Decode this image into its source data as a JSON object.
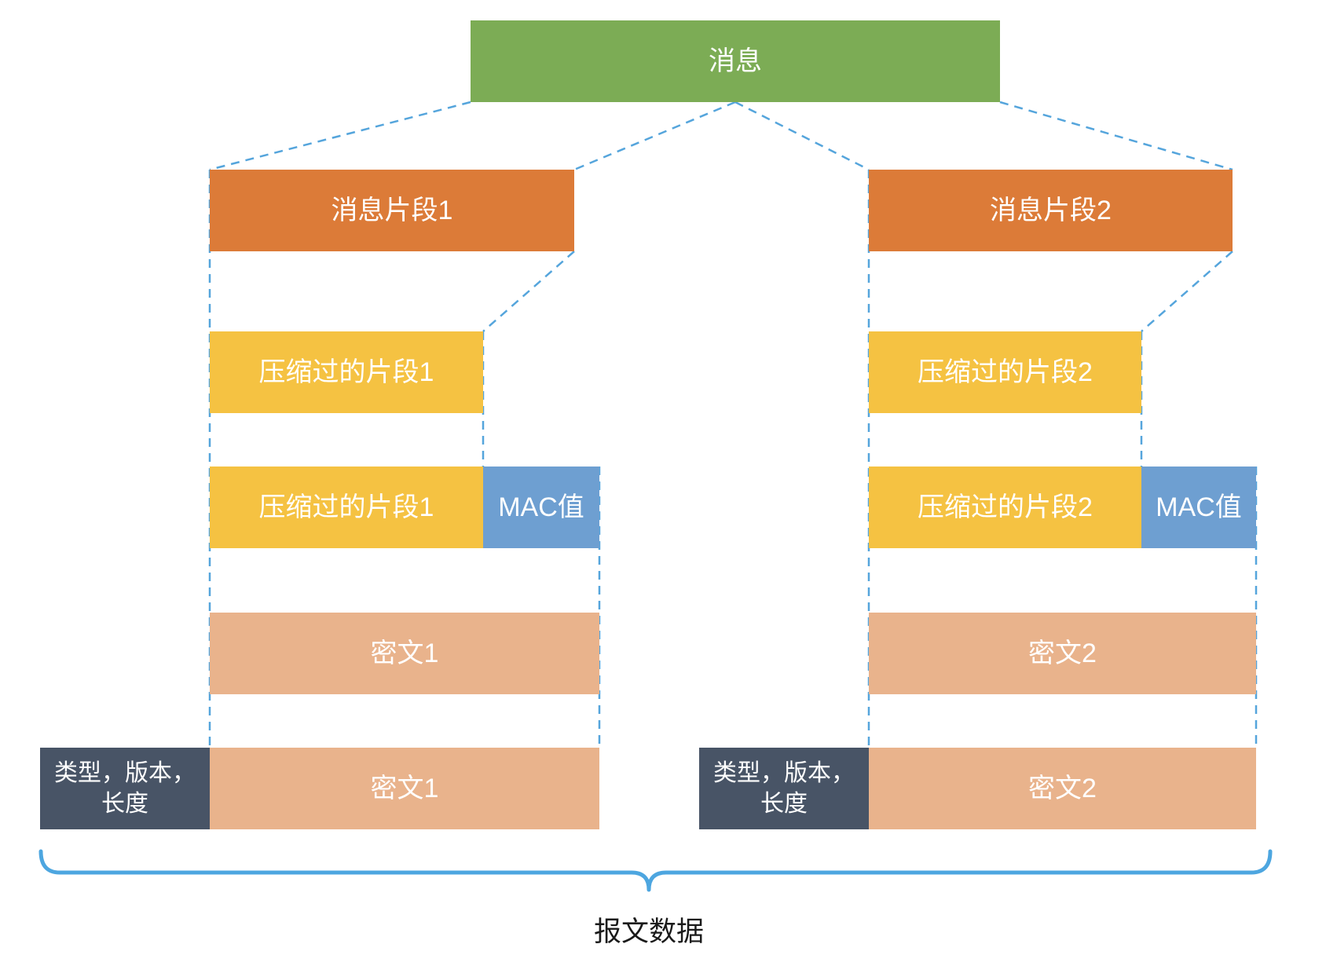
{
  "palette": {
    "message_green": "#7CAC55",
    "fragment_orange": "#DC7B38",
    "compressed_yellow": "#F5C242",
    "mac_blue": "#6E9FD1",
    "cipher_peach": "#E9B38C",
    "header_slate": "#485466",
    "connector_dash_blue": "#55A5DC",
    "brace_blue": "#4DA6E0",
    "bottom_label_black": "#1A1A1A"
  },
  "diagram": {
    "message": "消息",
    "columns": [
      {
        "fragment": "消息片段1",
        "compressed": "压缩过的片段1",
        "compressed_with_mac": "压缩过的片段1",
        "mac": "MAC值",
        "cipher": "密文1",
        "header": "类型，版本，\n长度",
        "cipher_final": "密文1"
      },
      {
        "fragment": "消息片段2",
        "compressed": "压缩过的片段2",
        "compressed_with_mac": "压缩过的片段2",
        "mac": "MAC值",
        "cipher": "密文2",
        "header": "类型，版本，\n长度",
        "cipher_final": "密文2"
      }
    ],
    "bottom_label": "报文数据"
  }
}
